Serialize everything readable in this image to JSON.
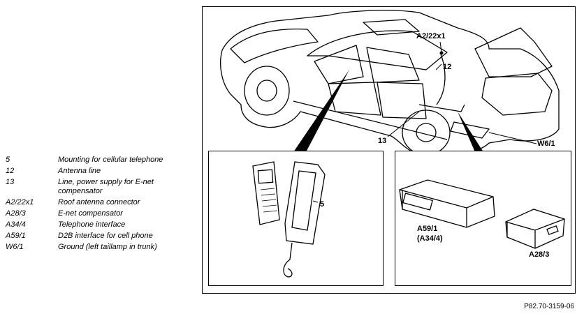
{
  "legend": [
    {
      "code": "5",
      "desc": "Mounting for cellular telephone"
    },
    {
      "code": "12",
      "desc": "Antenna line"
    },
    {
      "code": "13",
      "desc": "Line, power supply for E-net compensator"
    },
    {
      "code": "A2/22x1",
      "desc": "Roof antenna connector"
    },
    {
      "code": "A28/3",
      "desc": "E-net compensator"
    },
    {
      "code": "A34/4",
      "desc": "Telephone interface"
    },
    {
      "code": "A59/1",
      "desc": "D2B interface for cell phone"
    },
    {
      "code": "W6/1",
      "desc": "Ground (left taillamp in trunk)"
    }
  ],
  "callouts": {
    "a2_22x1": "A2/22x1",
    "c12": "12",
    "c13": "13",
    "w6_1": "W6/1",
    "c5": "5",
    "a59_1": "A59/1",
    "a34_4": "(A34/4)",
    "a28_3": "A28/3"
  },
  "doc_ref": "P82.70-3159-06"
}
